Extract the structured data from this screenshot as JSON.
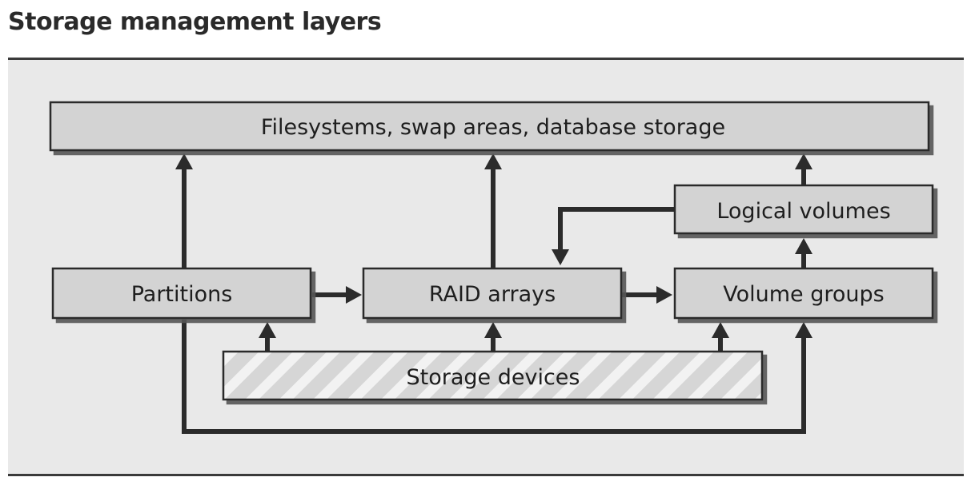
{
  "title": "Storage management layers",
  "nodes": {
    "filesystems": "Filesystems, swap areas, database storage",
    "logical_volumes": "Logical volumes",
    "partitions": "Partitions",
    "raid_arrays": "RAID arrays",
    "volume_groups": "Volume groups",
    "storage_devices": "Storage devices"
  },
  "colors": {
    "box_fill": "#d3d3d3",
    "box_border": "#2b2b2b",
    "arrow": "#2b2b2b",
    "panel": "#e9e9e9"
  }
}
